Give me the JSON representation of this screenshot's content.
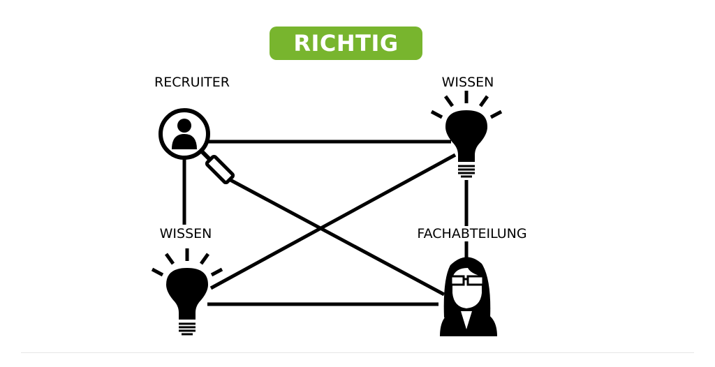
{
  "title": "RICHTIG",
  "colors": {
    "badge": "#78b52e",
    "line": "#000000"
  },
  "nodes": {
    "recruiter": {
      "label": "RECRUITER",
      "icon": "magnifier-person-icon"
    },
    "wissen_top": {
      "label": "WISSEN",
      "icon": "lightbulb-icon"
    },
    "wissen_left": {
      "label": "WISSEN",
      "icon": "lightbulb-icon"
    },
    "fachabteilung": {
      "label": "FACHABTEILUNG",
      "icon": "woman-glasses-icon"
    }
  }
}
